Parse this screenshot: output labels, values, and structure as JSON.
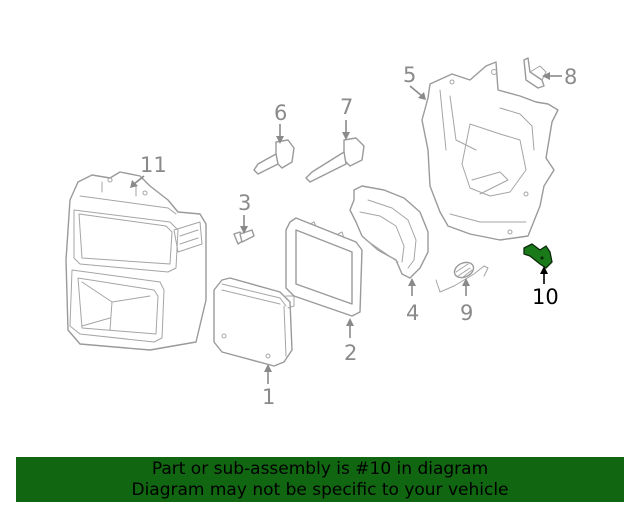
{
  "diagram": {
    "highlight_color": "#1a7a1a",
    "label_color": "#8a8a8a",
    "callouts": [
      {
        "number": "1",
        "part": "headlamp-bulb"
      },
      {
        "number": "2",
        "part": "bulb-retainer-ring"
      },
      {
        "number": "3",
        "part": "screw"
      },
      {
        "number": "4",
        "part": "headlamp-mounting-ring"
      },
      {
        "number": "5",
        "part": "headlamp-housing"
      },
      {
        "number": "6",
        "part": "adjuster-screw"
      },
      {
        "number": "7",
        "part": "adjuster-screw-long"
      },
      {
        "number": "8",
        "part": "bracket"
      },
      {
        "number": "9",
        "part": "spring"
      },
      {
        "number": "10",
        "part": "adjuster-clip",
        "highlighted": true
      },
      {
        "number": "11",
        "part": "headlamp-bezel"
      }
    ]
  },
  "banner": {
    "background": "#116611",
    "line1": "Part or sub-assembly is #10 in diagram",
    "line2": "Diagram may not be specific to your vehicle"
  }
}
